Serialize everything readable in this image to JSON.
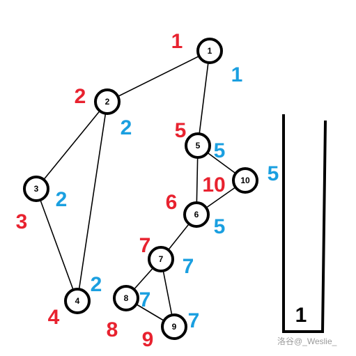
{
  "graph": {
    "nodes": [
      {
        "id": "1",
        "label": "1",
        "order": "1",
        "low": "1"
      },
      {
        "id": "2",
        "label": "2",
        "order": "2",
        "low": "2"
      },
      {
        "id": "3",
        "label": "3",
        "order": "3",
        "low": "2"
      },
      {
        "id": "4",
        "label": "4",
        "order": "4",
        "low": "2"
      },
      {
        "id": "5",
        "label": "5",
        "order": "5",
        "low": "5"
      },
      {
        "id": "6",
        "label": "6",
        "order": "6",
        "low": "5"
      },
      {
        "id": "7",
        "label": "7",
        "order": "7",
        "low": "7"
      },
      {
        "id": "8",
        "label": "8",
        "order": "8",
        "low": "7"
      },
      {
        "id": "9",
        "label": "9",
        "order": "9",
        "low": "7"
      },
      {
        "id": "10",
        "label": "10",
        "order": "10",
        "low": "5"
      }
    ],
    "edges": [
      [
        "1",
        "2"
      ],
      [
        "1",
        "5"
      ],
      [
        "2",
        "3"
      ],
      [
        "2",
        "4"
      ],
      [
        "3",
        "4"
      ],
      [
        "5",
        "6"
      ],
      [
        "5",
        "10"
      ],
      [
        "6",
        "10"
      ],
      [
        "6",
        "7"
      ],
      [
        "7",
        "8"
      ],
      [
        "7",
        "9"
      ],
      [
        "8",
        "9"
      ]
    ]
  },
  "stack": {
    "items": [
      "1"
    ]
  },
  "colors": {
    "order": "#e8222f",
    "low": "#1a9fe0"
  },
  "watermark": "洛谷@_Weslie_"
}
